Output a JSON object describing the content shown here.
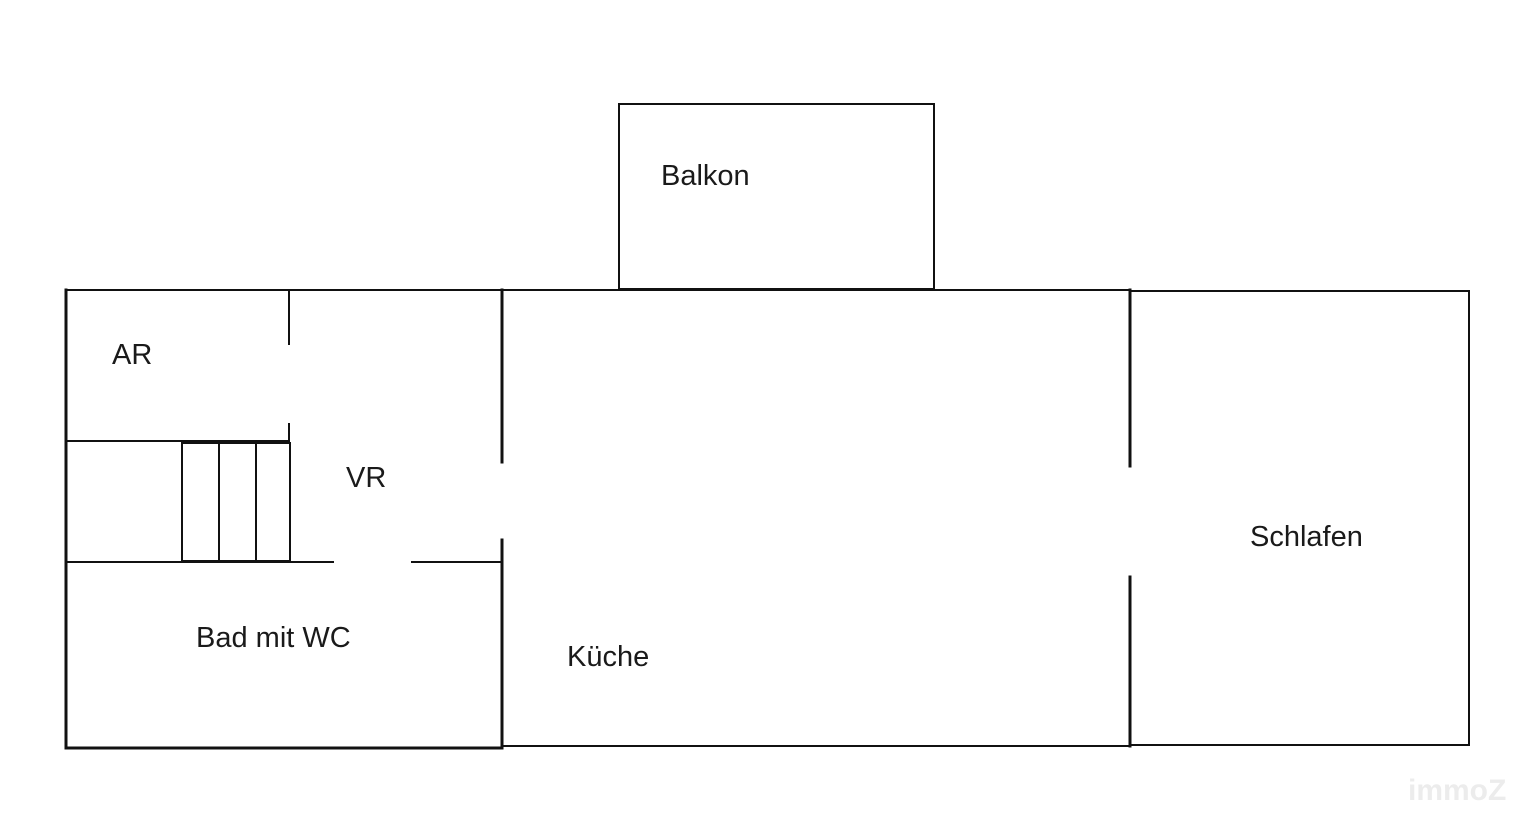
{
  "rooms": {
    "balkon": "Balkon",
    "ar": "AR",
    "vr": "VR",
    "bad": "Bad mit WC",
    "kueche": "Küche",
    "schlafen": "Schlafen"
  },
  "watermark": "immoZ",
  "colors": {
    "wall": "#111111",
    "background": "#ffffff",
    "text": "#1a1a1a",
    "watermark": "#ececec"
  }
}
